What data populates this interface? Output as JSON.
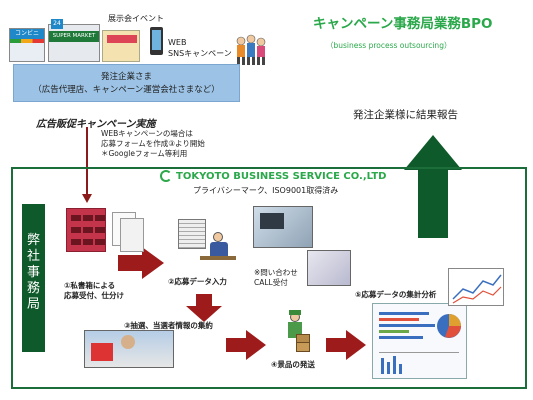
{
  "top": {
    "store_conbini": "コンビニ",
    "store_super_num": "24",
    "store_super": "SUPER MARKET",
    "event_label": "展示会イベント",
    "web_label_1": "WEB",
    "web_label_2": "SNSキャンペーン"
  },
  "client": {
    "line1": "発注企業さま",
    "line2": "（広告代理店、キャンペーン運営会社さまなど）"
  },
  "bpo": {
    "title": "キャンペーン事務局業務BPO",
    "subtitle": "（business process outsourcing）"
  },
  "report_label": "発注企業様に結果報告",
  "promo_label": "広告販促キャンペーン実施",
  "web_note": {
    "line1": "WEBキャンペーンの場合は",
    "line2": "応募フォームを作成③より開始",
    "line3": "＊Googleフォーム等利用"
  },
  "company": {
    "name": "TOKYOTO BUSINESS SERVICE CO.,LTD",
    "cert": "プライバシーマーク、ISO9001取得済み",
    "side_label": "弊社　事務局"
  },
  "steps": {
    "s1_line1": "①私書箱による",
    "s1_line2": "応募受付、仕分け",
    "s2": "②応募データ入力",
    "inquiry_line1": "※問い合わせ",
    "inquiry_line2": "CALL受付",
    "s3": "③抽選、当選者情報の集約",
    "s4": "④景品の発送",
    "s5": "⑤応募データの集計分析"
  },
  "colors": {
    "accent_green": "#2aa84a",
    "dark_green": "#0f5a2a",
    "arrow_red": "#8b1a1a",
    "client_blue": "#9cc3e6"
  }
}
